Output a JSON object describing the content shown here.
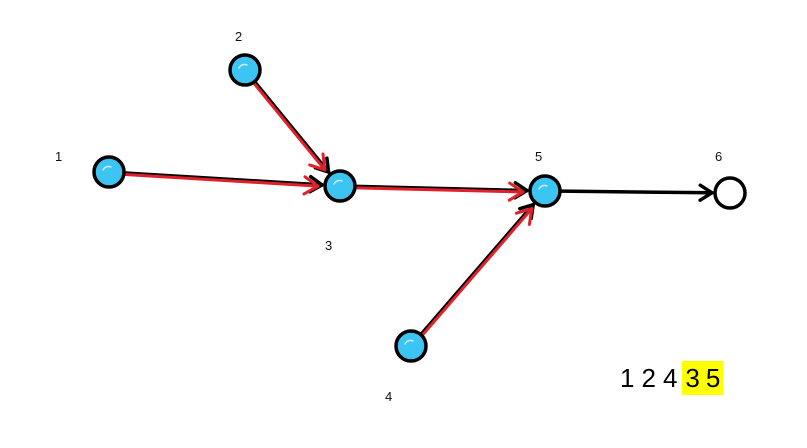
{
  "colors": {
    "outline": "#000000",
    "visited_fill": "#3cc4f2",
    "highlight_path": "#e0202a",
    "sequence_highlight": "#ffff00"
  },
  "nodes": [
    {
      "id": "1",
      "label": "1",
      "visited": true
    },
    {
      "id": "2",
      "label": "2",
      "visited": true
    },
    {
      "id": "3",
      "label": "3",
      "visited": true
    },
    {
      "id": "4",
      "label": "4",
      "visited": true
    },
    {
      "id": "5",
      "label": "5",
      "visited": true
    },
    {
      "id": "6",
      "label": "6",
      "visited": false
    }
  ],
  "edges": [
    {
      "from": "1",
      "to": "3",
      "highlighted": true
    },
    {
      "from": "2",
      "to": "3",
      "highlighted": true
    },
    {
      "from": "3",
      "to": "5",
      "highlighted": true
    },
    {
      "from": "4",
      "to": "5",
      "highlighted": true
    },
    {
      "from": "5",
      "to": "6",
      "highlighted": false
    }
  ],
  "sequence": [
    {
      "text": "1",
      "highlighted": false
    },
    {
      "text": "2",
      "highlighted": false
    },
    {
      "text": "4",
      "highlighted": false
    },
    {
      "text": "3",
      "highlighted": true
    },
    {
      "text": "5",
      "highlighted": true
    }
  ]
}
